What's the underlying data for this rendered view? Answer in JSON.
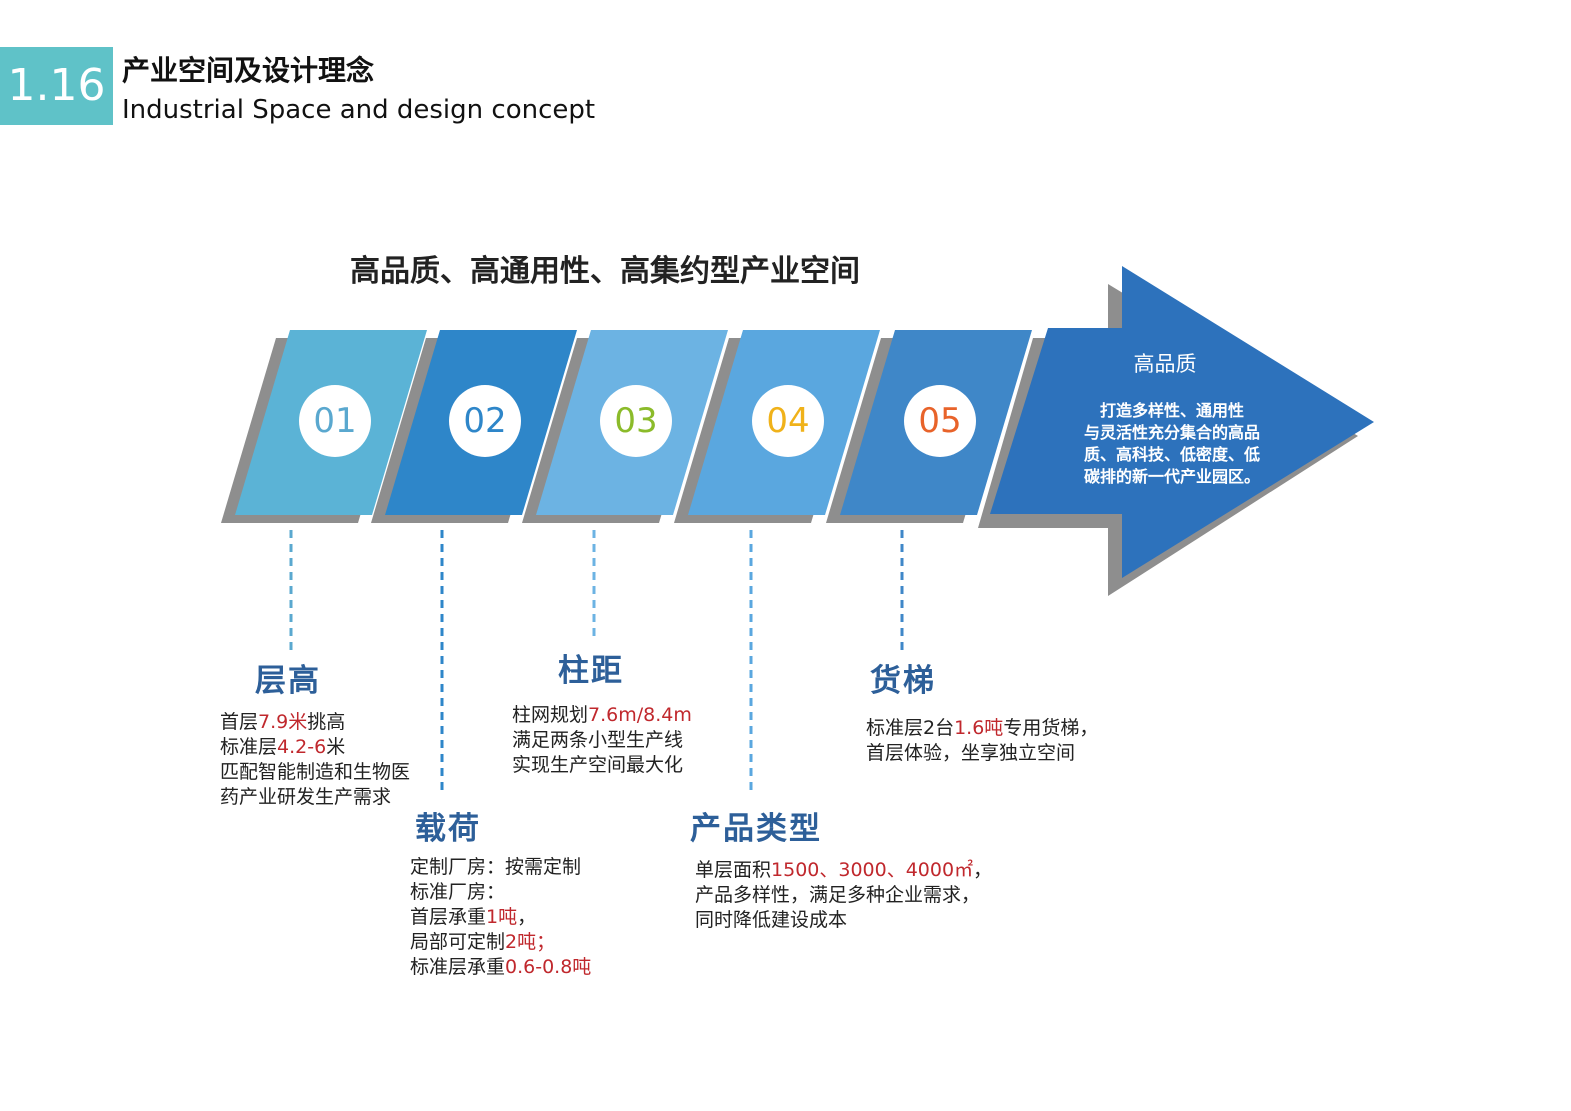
{
  "header": {
    "section_number": "1.16",
    "title_cn": "产业空间及设计理念",
    "title_en": "Industrial Space and design concept"
  },
  "diagram": {
    "title": "高品质、高通用性、高集约型产业空间",
    "arrow": {
      "heading": "高品质",
      "body_lines": [
        "打造多样性、通用性",
        "与灵活性充分集合的高品",
        "质、高科技、低密度、低",
        "碳排的新一代产业园区。"
      ],
      "color": "#2d72bc"
    },
    "steps": [
      {
        "number": "01",
        "color": "#5bb3d6",
        "number_color": "#5aa8cf"
      },
      {
        "number": "02",
        "color": "#2e86c9",
        "number_color": "#2e86c9"
      },
      {
        "number": "03",
        "color": "#6cb3e3",
        "number_color": "#8bbb2a"
      },
      {
        "number": "04",
        "color": "#5aa7df",
        "number_color": "#f0b21a"
      },
      {
        "number": "05",
        "color": "#3f87c8",
        "number_color": "#e8632a"
      }
    ],
    "features": [
      {
        "title": "层高",
        "lines": [
          [
            {
              "t": "首层"
            },
            {
              "t": "7.9米",
              "hl": true
            },
            {
              "t": "挑高"
            }
          ],
          [
            {
              "t": "标准层"
            },
            {
              "t": "4.2-6",
              "hl": true
            },
            {
              "t": "米"
            }
          ],
          [
            {
              "t": "匹配智能制造和生物医"
            }
          ],
          [
            {
              "t": "药产业研发生产需求"
            }
          ]
        ]
      },
      {
        "title": "载荷",
        "lines": [
          [
            {
              "t": "定制厂房：按需定制"
            }
          ],
          [
            {
              "t": "标准厂房："
            }
          ],
          [
            {
              "t": "首层承重"
            },
            {
              "t": "1吨",
              "hl": true
            },
            {
              "t": "，"
            }
          ],
          [
            {
              "t": "局部可定制"
            },
            {
              "t": "2吨；",
              "hl": true
            }
          ],
          [
            {
              "t": "标准层承重"
            },
            {
              "t": "0.6-0.8吨",
              "hl": true
            }
          ]
        ]
      },
      {
        "title": "柱距",
        "lines": [
          [
            {
              "t": "柱网规划"
            },
            {
              "t": "7.6m/8.4m",
              "hl": true
            }
          ],
          [
            {
              "t": "满足两条小型生产线"
            }
          ],
          [
            {
              "t": "实现生产空间最大化"
            }
          ]
        ]
      },
      {
        "title": "产品类型",
        "lines": [
          [
            {
              "t": "单层面积"
            },
            {
              "t": "1500、3000、4000㎡",
              "hl": true
            },
            {
              "t": "，"
            }
          ],
          [
            {
              "t": "产品多样性，满足多种企业需求，"
            }
          ],
          [
            {
              "t": "同时降低建设成本"
            }
          ]
        ]
      },
      {
        "title": "货梯",
        "lines": [
          [
            {
              "t": "标准层2台"
            },
            {
              "t": "1.6吨",
              "hl": true
            },
            {
              "t": "专用货梯，"
            }
          ],
          [
            {
              "t": "首层体验，坐享独立空间"
            }
          ]
        ]
      }
    ]
  }
}
